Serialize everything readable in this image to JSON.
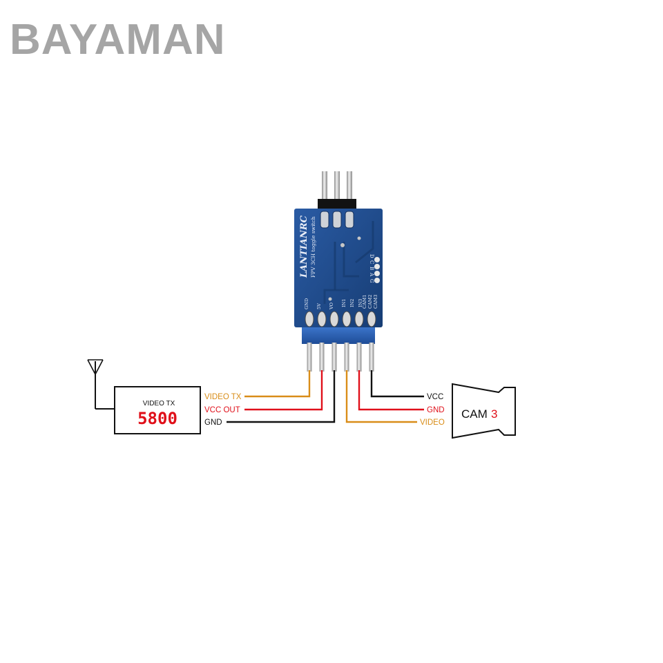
{
  "watermark": "BAYAMAN",
  "board": {
    "brand": "LANTIANRC",
    "model": "FPV 3CH toggle switch",
    "side_pins": [
      "D",
      "C",
      "B",
      "A",
      "G"
    ],
    "bottom_pins_right": [
      "CAM1",
      "CAM2",
      "CAM3"
    ],
    "bottom_pins_top": [
      "IN1",
      "IN2",
      "IN3"
    ],
    "bottom_pins_left": [
      "GND",
      "5V",
      "VO"
    ]
  },
  "video_tx": {
    "title": "VIDEO TX",
    "display": "5800"
  },
  "left_wires": [
    {
      "label": "VIDEO TX",
      "color": "#d98d18"
    },
    {
      "label": "VCC OUT",
      "color": "#e0101a"
    },
    {
      "label": "GND",
      "color": "#111111"
    }
  ],
  "right_wires": [
    {
      "label": "VCC",
      "color": "#111111"
    },
    {
      "label": "GND",
      "color": "#e0101a"
    },
    {
      "label": "VIDEO",
      "color": "#d98d18"
    }
  ],
  "camera": {
    "label": "CAM",
    "number": "3",
    "number_color": "#e0101a"
  },
  "colors": {
    "board": "#1f4e8f",
    "header": "#2d5fae",
    "pin": "#cfcfcf"
  }
}
